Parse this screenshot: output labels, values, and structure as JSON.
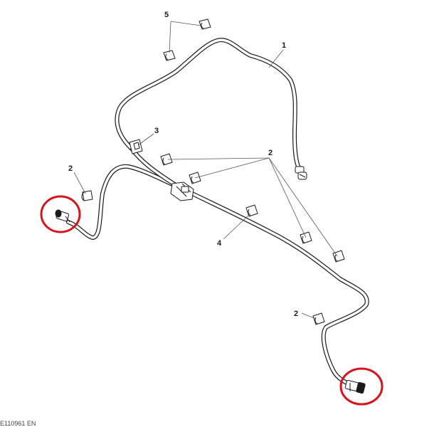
{
  "callouts": {
    "c1": "1",
    "c2a": "2",
    "c2b": "2",
    "c2c": "2",
    "c3": "3",
    "c4": "4",
    "c5": "5"
  },
  "footer_code": "E110961 EN",
  "colors": {
    "line": "#1a1a1a",
    "highlight": "#d7141b",
    "background": "#ffffff"
  }
}
